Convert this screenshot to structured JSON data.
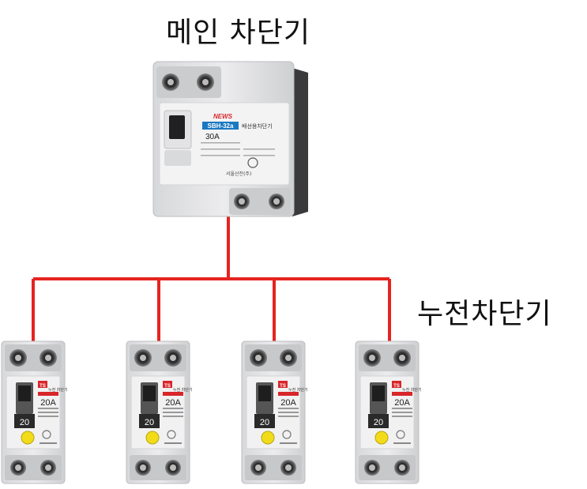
{
  "diagram": {
    "main_title": "메인 차단기",
    "rcd_title": "누전차단기",
    "wire_color": "#e52420",
    "main_breaker": {
      "brand": "NEWS",
      "model": "SBH-32a",
      "rating": "30A",
      "product_name": "배선용차단기",
      "maker": "서울산전(주)"
    },
    "rcd_breaker": {
      "brand": "TS",
      "label": "누전 차단기",
      "rating": "20A",
      "handle_value": "20",
      "count": 4
    }
  }
}
